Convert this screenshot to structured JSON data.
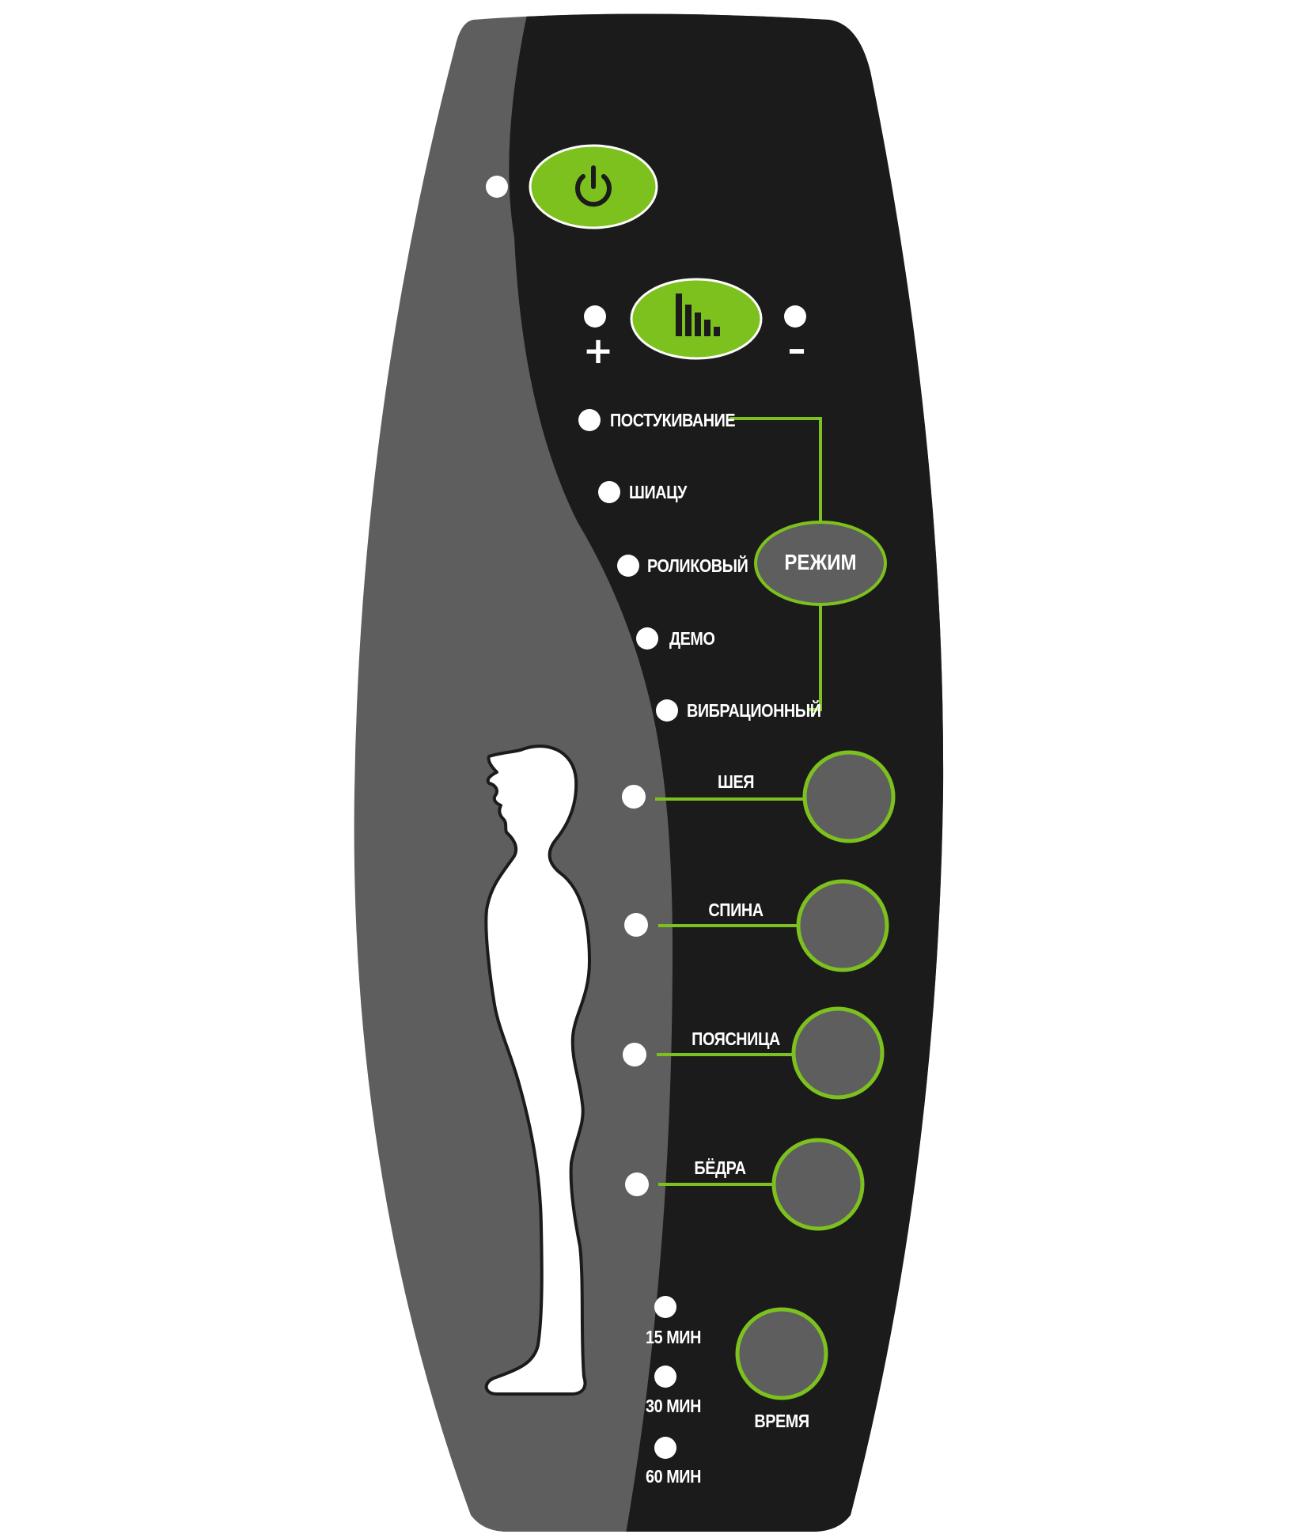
{
  "panel": {
    "colors": {
      "dark_face": "#1b1b1b",
      "grey_face": "#5e5e5e",
      "accent_green": "#7dc11e",
      "indicator": "#ffffff",
      "silhouette": "#ffffff"
    },
    "power_button": {
      "icon": "power-icon"
    },
    "intensity": {
      "icon": "intensity-bars-icon",
      "plus_label": "+",
      "minus_label": "–"
    },
    "mode": {
      "button_label": "РЕЖИМ",
      "options": [
        "ПОСТУКИВАНИЕ",
        "ШИАЦУ",
        "РОЛИКОВЫЙ",
        "ДЕМО",
        "ВИБРАЦИОННЫЙ"
      ]
    },
    "zones": {
      "silhouette_icon": "human-silhouette-icon",
      "items": [
        "ШЕЯ",
        "СПИНА",
        "ПОЯСНИЦА",
        "БЁДРА"
      ]
    },
    "timer": {
      "button_label": "ВРЕМЯ",
      "options": [
        "15 МИН",
        "30 МИН",
        "60 МИН"
      ]
    }
  }
}
